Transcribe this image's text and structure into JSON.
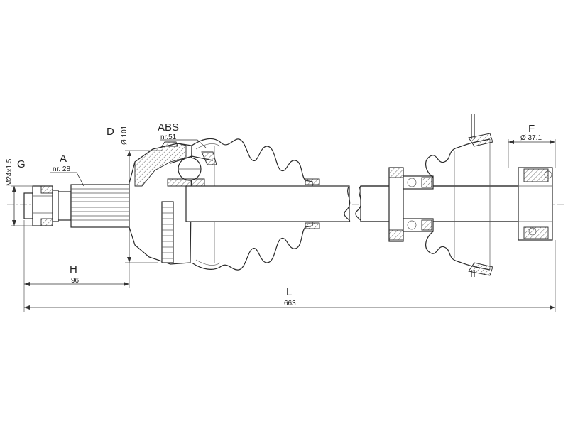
{
  "labels": {
    "G": "G",
    "thread": "M24x1.5",
    "A": "A",
    "A_nr": "nr. 28",
    "D": "D",
    "D_dia": "Ø 101",
    "ABS": "ABS",
    "ABS_nr": "nr.51",
    "F": "F",
    "F_dia": "Ø 37.1",
    "H": "H",
    "H_val": "96",
    "L": "L",
    "L_val": "663"
  }
}
